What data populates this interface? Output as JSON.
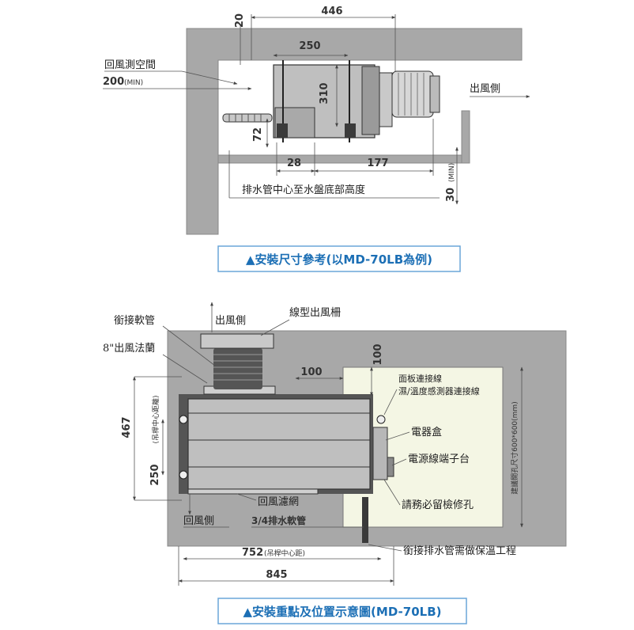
{
  "top": {
    "dims": {
      "d20": "20",
      "d446": "446",
      "d250": "250",
      "d310": "310",
      "d72": "72",
      "d28": "28",
      "d177": "177",
      "d200": "200",
      "d200_unit": "(MIN)",
      "d30": "30",
      "d30_unit": "(MIN)"
    },
    "labels": {
      "return_space": "回風測空間",
      "outlet_side": "出風側",
      "drain_height": "排水管中心至水盤底部高度"
    },
    "caption": "▲安裝尺寸參考(以MD-70LB為例)"
  },
  "bottom": {
    "labels": {
      "flex_hose": "銜接軟管",
      "outlet_side": "出風側",
      "linear_grille": "線型出風柵",
      "flange": "8\"出風法蘭",
      "hanger_center": "(吊桿中心距離)",
      "panel_wire": "面板連接線",
      "sensor_wire": "濕/溫度感測器連接線",
      "electric_box": "電器盒",
      "terminal": "電源線端子台",
      "access_hole": "請務必留檢修孔",
      "suggested_hole": "建議開孔尺寸600*600(mm)",
      "return_filter": "回風濾網",
      "return_side": "回風側",
      "drain_hose": "3/4排水軟管",
      "hanger_center_short": "(吊桿中心距)",
      "insulation_note": "銜接排水管需做保溫工程"
    },
    "dims": {
      "d100_h": "100",
      "d100_v": "100",
      "d467": "467",
      "d250": "250",
      "d752": "752",
      "d845": "845"
    },
    "caption": "▲安裝重點及位置示意圖(MD-70LB)"
  },
  "colors": {
    "wall": "#a8a8a8",
    "access_panel": "#f4f6e4",
    "caption_blue": "#1c6fb5",
    "caption_border": "#6aa5d8",
    "unit_body": "#bfbfbf"
  }
}
